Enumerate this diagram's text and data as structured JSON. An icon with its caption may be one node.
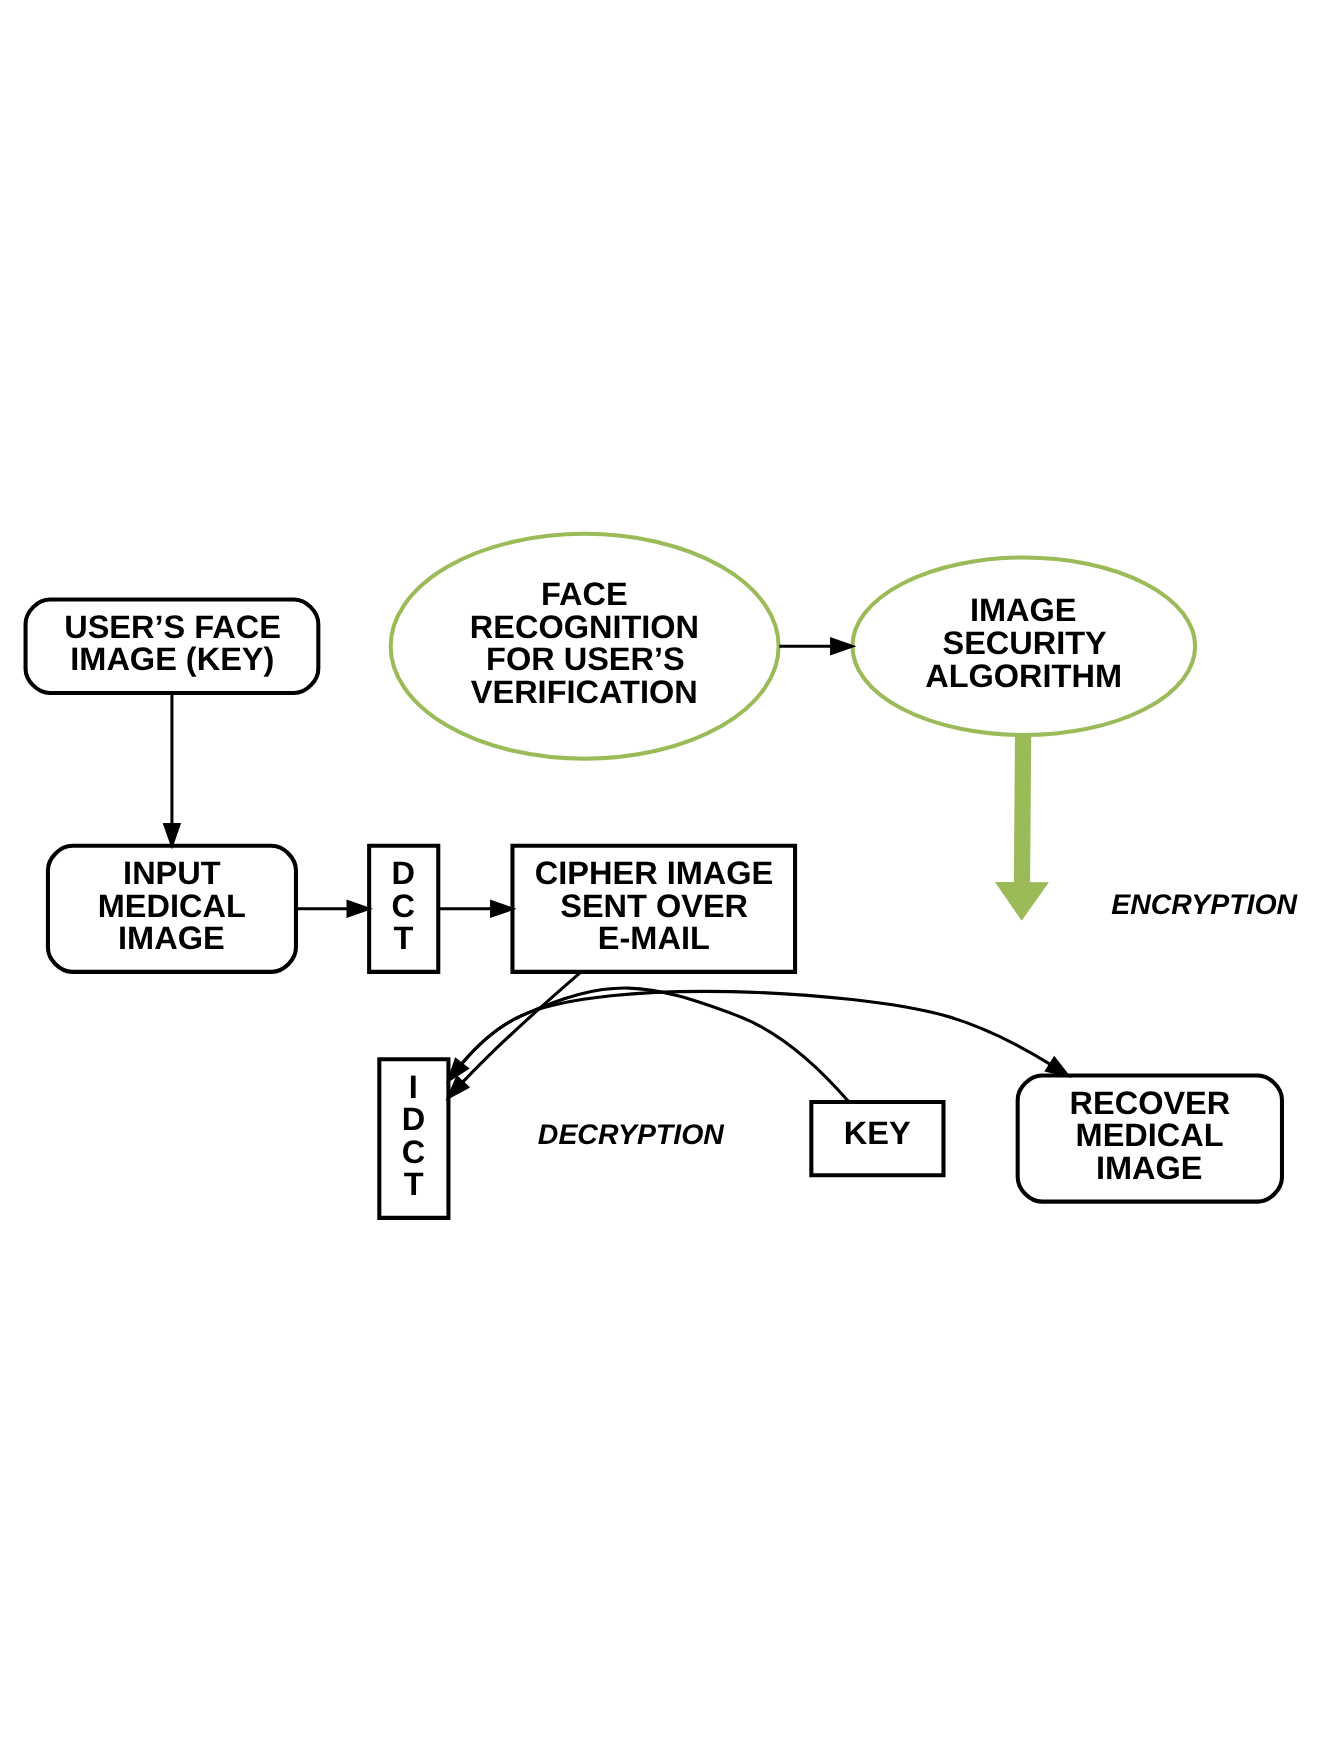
{
  "diagram": {
    "nodes": [
      {
        "text": [
          "FACE RECOGNITION FOR USER’S VERIFICATION"
        ]
      },
      {
        "text": [
          "IMAGE SECURITY ALGORITHM"
        ]
      },
      {
        "text": [
          "INPUT MEDICAL IMAGE"
        ]
      },
      {
        "text": [
          "D C T"
        ]
      },
      {
        "text": [
          "CIPHER IMAGE SENT OVER E-MAIL"
        ]
      },
      {
        "text": [
          "USER’S FACE IMAGE (KEY)"
        ]
      },
      {
        "text": [
          "I D C T"
        ]
      },
      {
        "text": [
          "RECOVER MEDICAL IMAGE"
        ]
      },
      {
        "text": [
          "KEY"
        ]
      }
    ],
    "edges": [
      {
        "from": 0,
        "to": 1,
        "arrow": "to"
      },
      {
        "from": 1,
        "to": null,
        "arrow": "to",
        "style": "thick",
        "color": "#9bbb59"
      },
      {
        "from": 2,
        "to": 3,
        "arrow": "to"
      },
      {
        "from": 3,
        "to": 4,
        "arrow": "to"
      },
      {
        "from": 5,
        "to": 2,
        "arrow": "to"
      },
      {
        "from": 4,
        "to": 6,
        "arrow": "to"
      },
      {
        "from": 6,
        "to": 7,
        "arrow": "to"
      },
      {
        "from": 8,
        "to": 6,
        "arrow": "to"
      }
    ],
    "labels": [
      "ENCRYPTION",
      "DECRYPTION"
    ]
  }
}
